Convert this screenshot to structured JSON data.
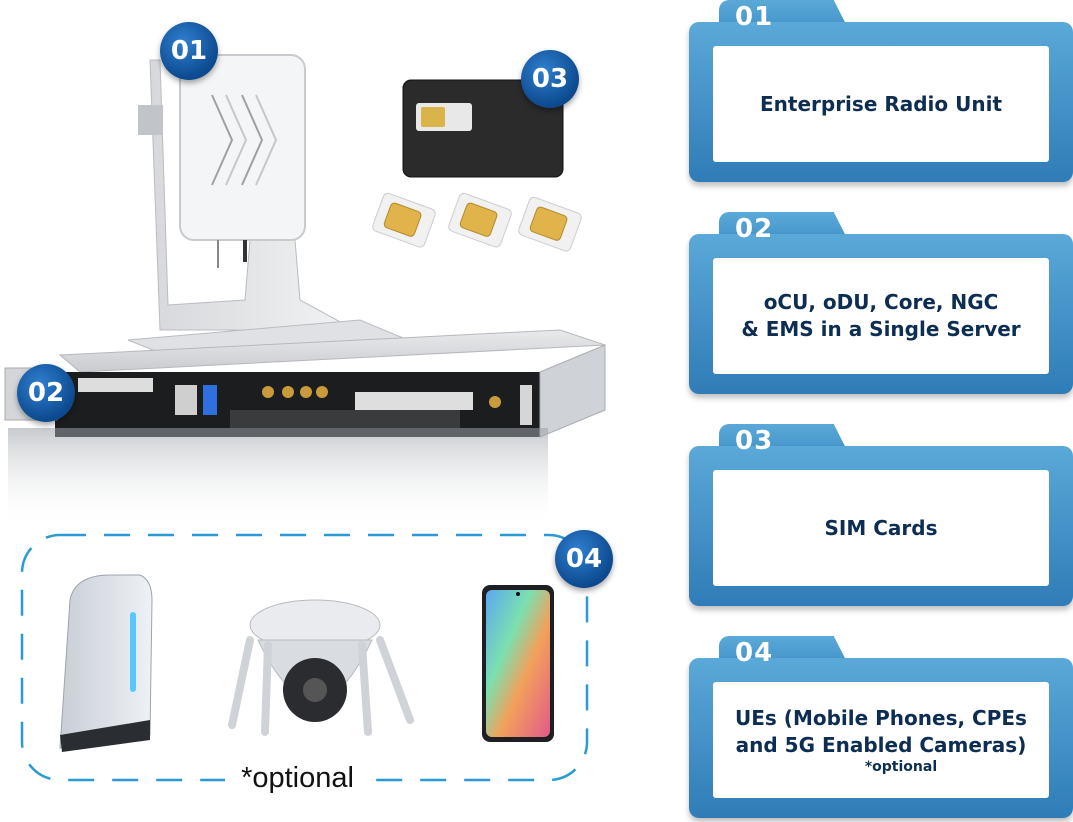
{
  "badges": [
    "01",
    "02",
    "03",
    "04"
  ],
  "optional_note": "*optional",
  "cards": [
    {
      "num": "01",
      "label": "Enterprise Radio Unit",
      "sublabel": ""
    },
    {
      "num": "02",
      "label": "oCU, oDU, Core, NGC\n& EMS in a Single Server",
      "sublabel": ""
    },
    {
      "num": "03",
      "label": "SIM Cards",
      "sublabel": ""
    },
    {
      "num": "04",
      "label": "UEs (Mobile Phones, CPEs\nand 5G Enabled Cameras)",
      "sublabel": "*optional"
    }
  ],
  "colors": {
    "card_blue": "#3b8bc4",
    "label_navy": "#0d2d52",
    "badge_blue": "#0d4a8f",
    "dash_blue": "#2a9ad6"
  },
  "icons": [
    "radio-unit-icon",
    "server-icon",
    "sim-card-icon",
    "cpe-icon",
    "camera-icon",
    "phone-icon"
  ]
}
